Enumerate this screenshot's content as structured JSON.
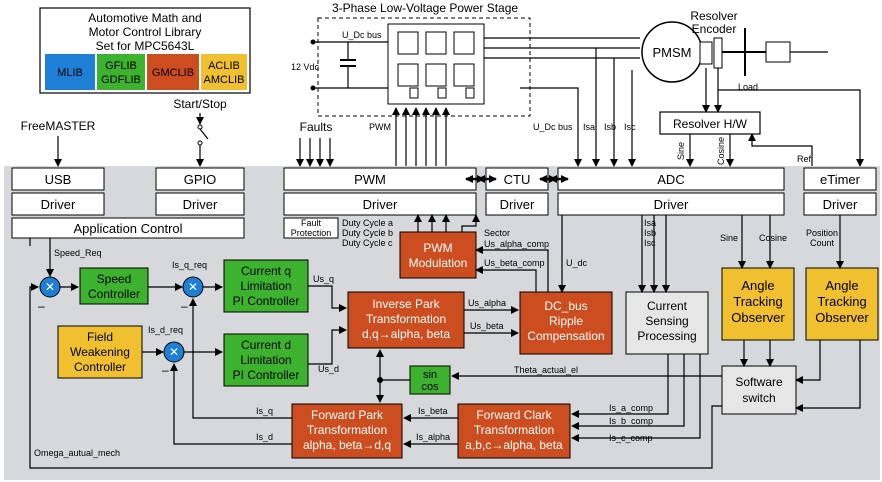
{
  "library": {
    "title_lines": [
      "Automotive Math and",
      "Motor Control Library",
      "Set for MPC5643L"
    ],
    "mlib": "MLIB",
    "gflib": "GFLIB",
    "gdflib": "GDFLIB",
    "gmclib": "GMCLIB",
    "aclib": "ACLIB",
    "amclib": "AMCLIB",
    "colors": {
      "mlib": "#1e7fd6",
      "gflib": "#3db22e",
      "gmclib": "#cc4d1f",
      "aclib": "#f0c030"
    }
  },
  "power_stage": {
    "title": "3-Phase Low-Voltage Power Stage",
    "udc_bus": "U_Dc bus",
    "supply": "12 Vdc"
  },
  "motor": {
    "pmsm": "PMSM",
    "resolver_encoder_line1": "Resolver",
    "resolver_encoder_line2": "Encoder",
    "load": "Load"
  },
  "top_labels": {
    "freemaster": "FreeMASTER",
    "start_stop": "Start/Stop",
    "faults": "Faults",
    "pwm": "PWM",
    "udc_bus": "U_Dc bus",
    "isa": "Isa",
    "isb": "Isb",
    "isc": "Isc",
    "sine": "Sine",
    "cosine": "Cosine",
    "ref": "Ref",
    "resolver_hw": "Resolver H/W"
  },
  "peripherals": {
    "usb": "USB",
    "gpio": "GPIO",
    "pwm": "PWM",
    "ctu": "CTU",
    "adc": "ADC",
    "etimer": "eTimer",
    "driver": "Driver",
    "app_control": "Application Control"
  },
  "blocks": {
    "speed_controller": [
      "Speed",
      "Controller"
    ],
    "current_q": [
      "Current q",
      "Limitation",
      "PI Controller"
    ],
    "current_d": [
      "Current d",
      "Limitation",
      "PI Controller"
    ],
    "field_weakening": [
      "Field",
      "Weakening",
      "Controller"
    ],
    "pwm_modulation": [
      "PWM",
      "Modulation"
    ],
    "inverse_park": [
      "Inverse Park",
      "Transformation",
      "d,q→alpha, beta"
    ],
    "dc_bus_ripple": [
      "DC_bus",
      "Ripple",
      "Compensation"
    ],
    "current_sensing": [
      "Current",
      "Sensing",
      "Processing"
    ],
    "angle_tracking_1": [
      "Angle",
      "Tracking",
      "Observer"
    ],
    "angle_tracking_2": [
      "Angle",
      "Tracking",
      "Observer"
    ],
    "sincos": [
      "sin",
      "cos"
    ],
    "software_switch": [
      "Software",
      "switch"
    ],
    "forward_park": [
      "Forward Park",
      "Transformation",
      "alpha, beta→d,q"
    ],
    "forward_clark": [
      "Forward Clark",
      "Transformation",
      "a,b,c→alpha, beta"
    ],
    "fault_protection": [
      "Fault",
      "Protection"
    ]
  },
  "signals": {
    "duty_a": "Duty Cycle a",
    "duty_b": "Duty Cycle b",
    "duty_c": "Duty Cycle c",
    "sector": "Sector",
    "us_alpha_comp": "Us_alpha_comp",
    "us_beta_comp": "Us_beta_comp",
    "u_dc": "U_dc",
    "isa": "Isa",
    "isb": "Isb",
    "isc": "Isc",
    "sine": "Sine",
    "cosine": "Cosine",
    "position_count": [
      "Position",
      "Count"
    ],
    "speed_req": "Speed_Req",
    "is_q_req": "Is_q_req",
    "is_d_req": "Is_d_req",
    "us_q": "Us_q",
    "us_d": "Us_d",
    "us_alpha": "Us_alpha",
    "us_beta": "Us_beta",
    "theta": "Theta_actual_el",
    "is_q": "Is_q",
    "is_d": "Is_d",
    "is_beta": "Is_beta",
    "is_alpha": "Is_alpha",
    "is_a_comp": "Is_a_comp",
    "is_b_comp": "Is_b_comp",
    "is_c_comp": "Is_c_comp",
    "omega": "Omega_autual_mech"
  },
  "colors": {
    "green": "#3db22e",
    "orange": "#cc4d1f",
    "yellow": "#f0c030",
    "blue": "#1e7fd6",
    "gray_bg": "#d6d8dc",
    "box_gray": "#e6e6e6"
  }
}
